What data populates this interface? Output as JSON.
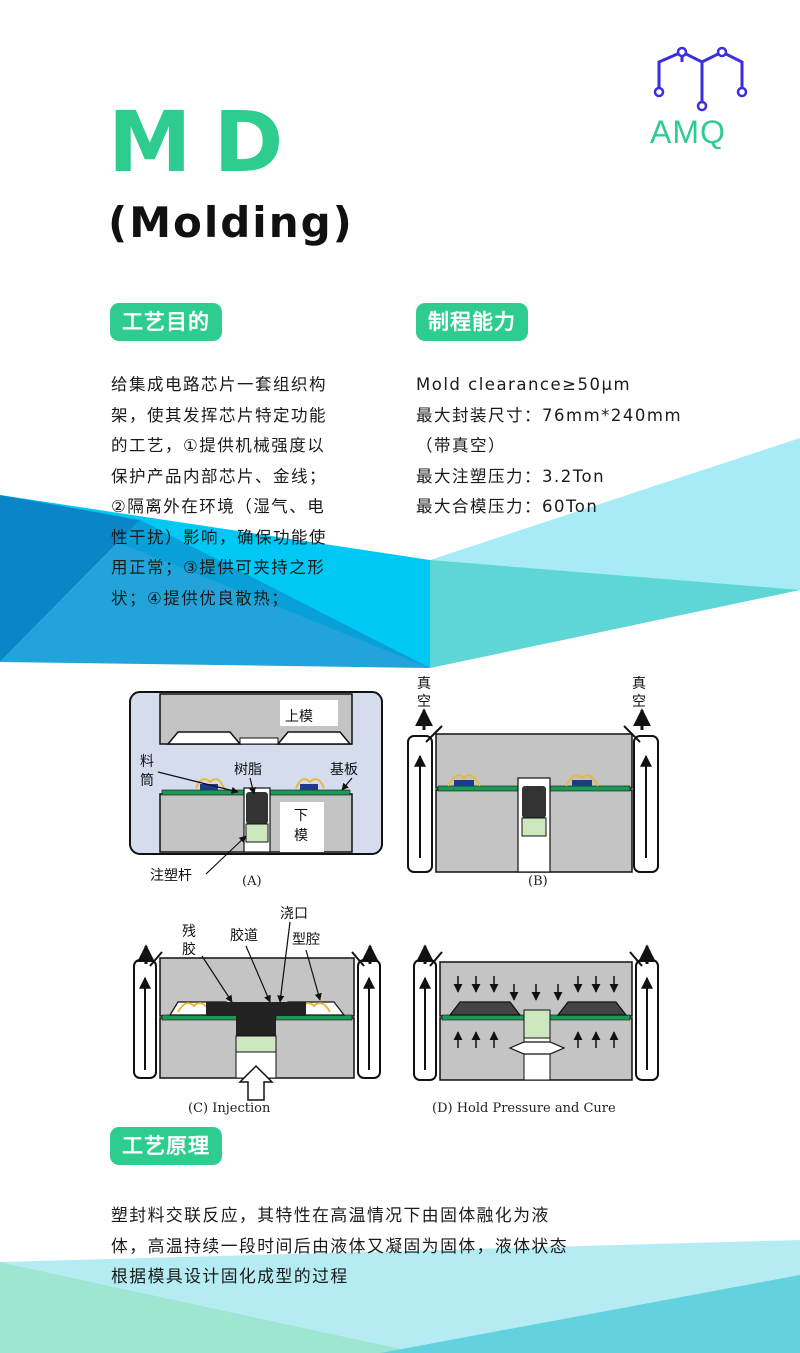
{
  "title": {
    "main": "MD",
    "sub": "(Molding)"
  },
  "logo": {
    "text": "AMQ"
  },
  "sections": {
    "purpose": {
      "heading": "工艺目的",
      "lines": [
        "给集成电路芯片一套组织构",
        "架，使其发挥芯片特定功能",
        "的工艺，①提供机械强度以",
        "保护产品内部芯片、金线；",
        "②隔离外在环境（湿气、电",
        "性干扰）影响，确保功能使",
        "用正常；③提供可夹持之形",
        "状；④提供优良散热；"
      ]
    },
    "capability": {
      "heading": "制程能力",
      "lines": [
        "Mold clearance≥50μm",
        "最大封装尺寸：76mm*240mm",
        "（带真空）",
        "最大注塑压力：3.2Ton",
        "最大合模压力：60Ton"
      ]
    },
    "principle": {
      "heading": "工艺原理",
      "lines": [
        "塑封料交联反应，其特性在高温情况下由固体融化为液",
        "体，高温持续一段时间后由液体又凝固为固体，液体状态",
        "根据模具设计固化成型的过程"
      ]
    }
  },
  "diagram": {
    "a": {
      "upper_mold": "上模",
      "pot": [
        "料",
        "筒"
      ],
      "resin": "树脂",
      "substrate": "基板",
      "lower_mold": [
        "下",
        "模"
      ],
      "plunger": "注塑杆",
      "caption": "(A)"
    },
    "b": {
      "vacuum": [
        "真",
        "空"
      ],
      "caption": "(B)"
    },
    "c": {
      "cull": [
        "残",
        "胶"
      ],
      "runner": "胶道",
      "gate": "浇口",
      "cavity": "型腔",
      "caption": "(C) Injection"
    },
    "d": {
      "caption": "(D) Hold Pressure and Cure"
    }
  },
  "colors": {
    "accent": "#2ecc8f",
    "mold_gray": "#c4c4c4",
    "substrate_green": "#1a9a55",
    "compound_dark": "#444444",
    "plunger_green": "#cde8bf",
    "wire_gold": "#e8b83a",
    "panel_bg": "#d4dcee",
    "logo_blue": "#3b2de0"
  }
}
